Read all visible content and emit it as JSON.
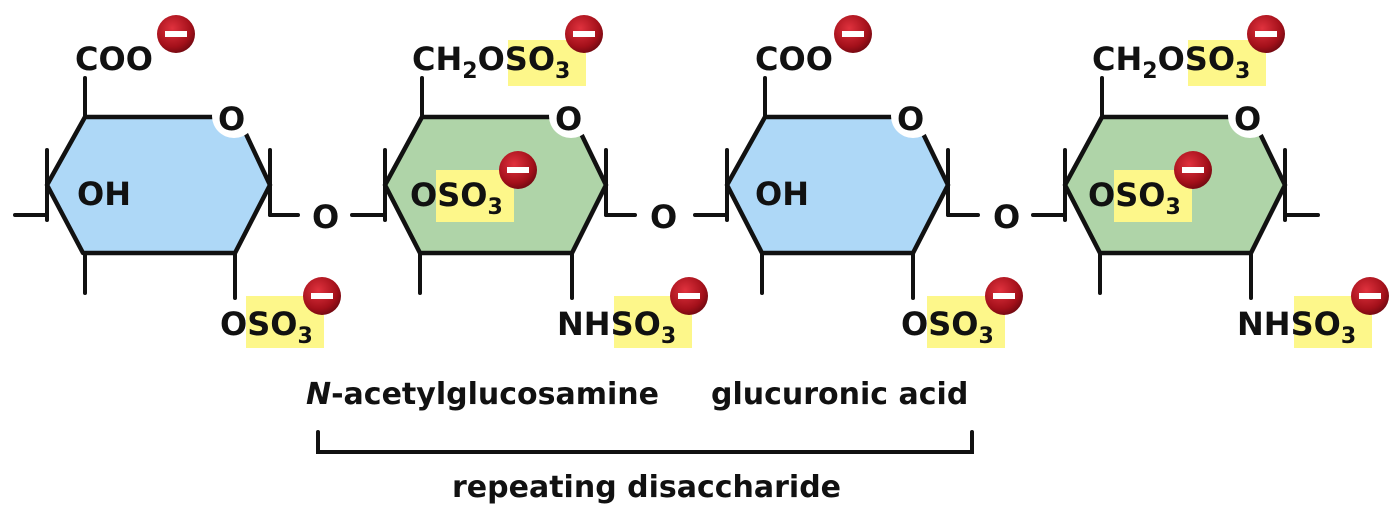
{
  "colors": {
    "uronic_ring": "#aed8f7",
    "amino_ring": "#afd4a8",
    "sulfate_highlight": "#fdf78a",
    "charge": "#b0131e",
    "stroke": "#111111"
  },
  "labels": {
    "coo": "COO",
    "ch2oso3_pre": "CH",
    "ch2oso3_sub2": "2",
    "ch2oso3_o": "O",
    "so": "SO",
    "sub3": "3",
    "o": "O",
    "oh": "OH",
    "oso3_pre": "O",
    "nhso3_pre": "NH",
    "glycosidic_o": "O"
  },
  "captions": {
    "n_italic": "N",
    "n_acetyl_rest": "-acetylglucosamine",
    "glucuronic_acid": "glucuronic acid",
    "repeating": "repeating disaccharide"
  },
  "icons": {
    "negative_charge": "minus-charge-icon"
  }
}
